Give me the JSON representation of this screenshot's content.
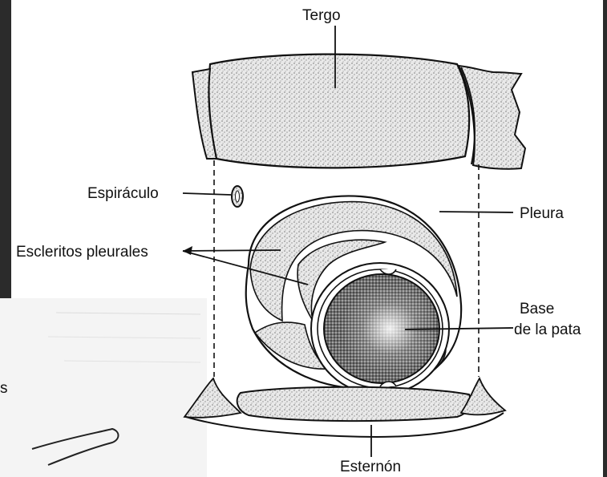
{
  "labels": {
    "tergo": "Tergo",
    "espiraculo": "Espiráculo",
    "pleura": "Pleura",
    "escleritos": "Escleritos pleurales",
    "base_line1": "Base",
    "base_line2": "de la pata",
    "esternon": "Esternón",
    "edge_fragment": "s"
  },
  "colors": {
    "frame": "#2b2b2b",
    "ink": "#111111",
    "stipple": "#cfcfcf",
    "paper": "#ffffff"
  }
}
